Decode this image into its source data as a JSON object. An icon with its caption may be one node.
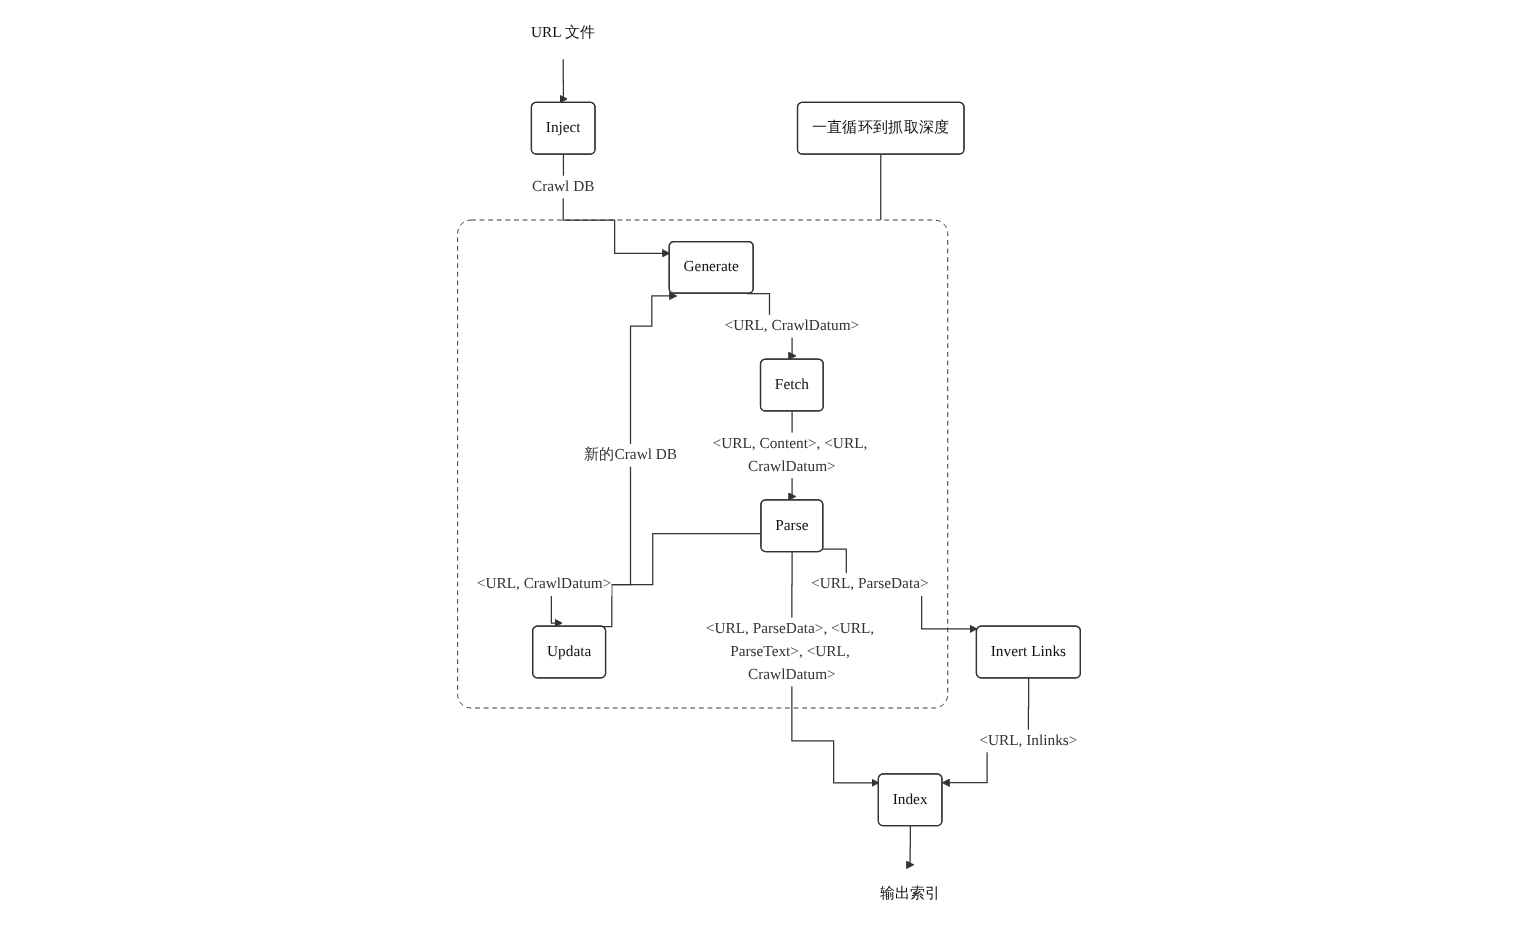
{
  "diagram": {
    "nodes": [
      {
        "text": [
          "URL 文件"
        ]
      },
      {
        "text": [
          "一直循环到抓取深度"
        ]
      },
      {
        "text": [
          "Inject"
        ]
      },
      {
        "text": [],
        "shape": "box"
      },
      {
        "text": [
          "Generate"
        ],
        "in": 3
      },
      {
        "text": [
          "Updata"
        ],
        "in": 3
      },
      {
        "text": [
          "Fetch"
        ],
        "in": 3
      },
      {
        "text": [
          "Parse"
        ],
        "in": 3
      },
      {
        "text": [
          "Invert Links"
        ]
      },
      {
        "text": [
          "Index"
        ]
      },
      {
        "text": [
          "输出索引"
        ]
      }
    ],
    "edges": [
      {
        "from": 0,
        "to": 2,
        "arrow": "to"
      },
      {
        "from": 1,
        "to": 3,
        "arrow": "none"
      },
      {
        "from": 2,
        "to": 4,
        "arrow": "to",
        "label": "Crawl DB"
      },
      {
        "from": 4,
        "to": 6,
        "arrow": "to",
        "label": "<URL, CrawlDatum>"
      },
      {
        "from": 6,
        "to": 7,
        "arrow": "to",
        "label": "<URL, Content>, <URL, CrawlDatum>"
      },
      {
        "from": 7,
        "to": 5,
        "arrow": "to",
        "label": "<URL, CrawlDatum>"
      },
      {
        "from": 5,
        "to": 4,
        "arrow": "to",
        "label": "新的Crawl DB"
      },
      {
        "from": 7,
        "to": 9,
        "arrow": "to",
        "label": "<URL, ParseData>, <URL, ParseText>, <URL, CrawlDatum>"
      },
      {
        "from": 7,
        "to": 8,
        "arrow": "to",
        "label": "<URL, ParseData>"
      },
      {
        "from": 8,
        "to": 9,
        "arrow": "to",
        "label": "<URL, Inlinks>"
      },
      {
        "from": 9,
        "to": 10,
        "arrow": "to"
      }
    ]
  }
}
